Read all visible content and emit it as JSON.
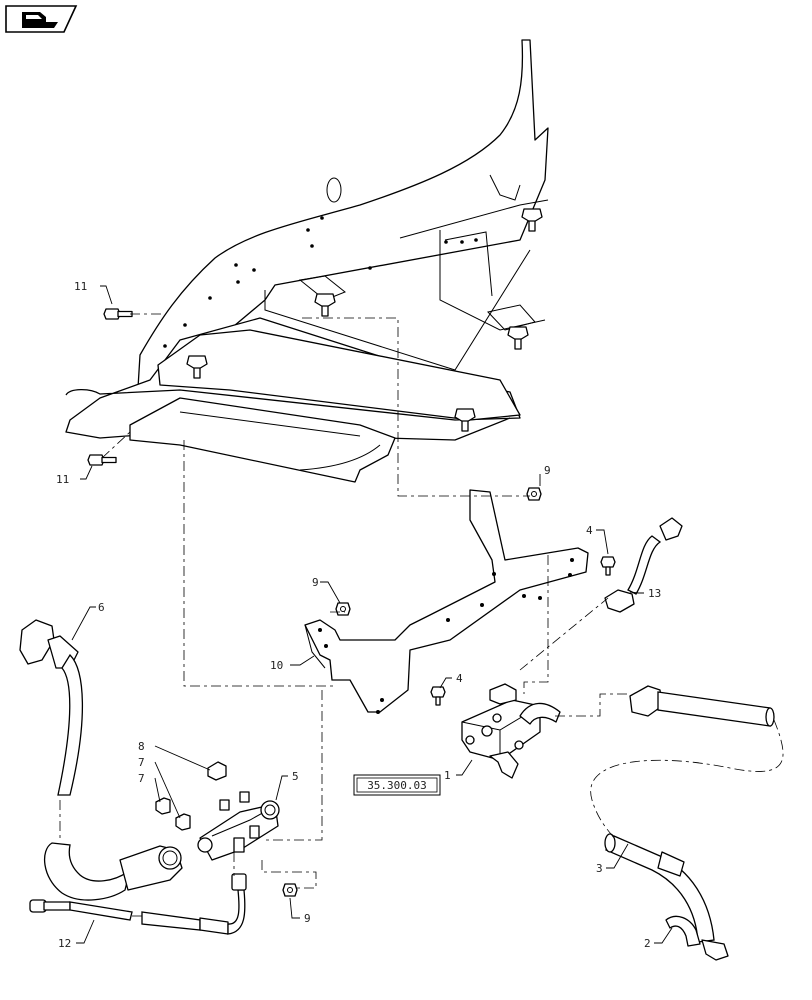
{
  "nav_icon": "page-arrow-icon",
  "reference_box": "35.300.03",
  "callouts": {
    "c1": "1",
    "c2": "2",
    "c3": "3",
    "c4a": "4",
    "c4b": "4",
    "c5": "5",
    "c6": "6",
    "c7a": "7",
    "c7b": "7",
    "c8": "8",
    "c9a": "9",
    "c9b": "9",
    "c9c": "9",
    "c10": "10",
    "c11a": "11",
    "c11b": "11",
    "c12": "12",
    "c13": "13"
  }
}
